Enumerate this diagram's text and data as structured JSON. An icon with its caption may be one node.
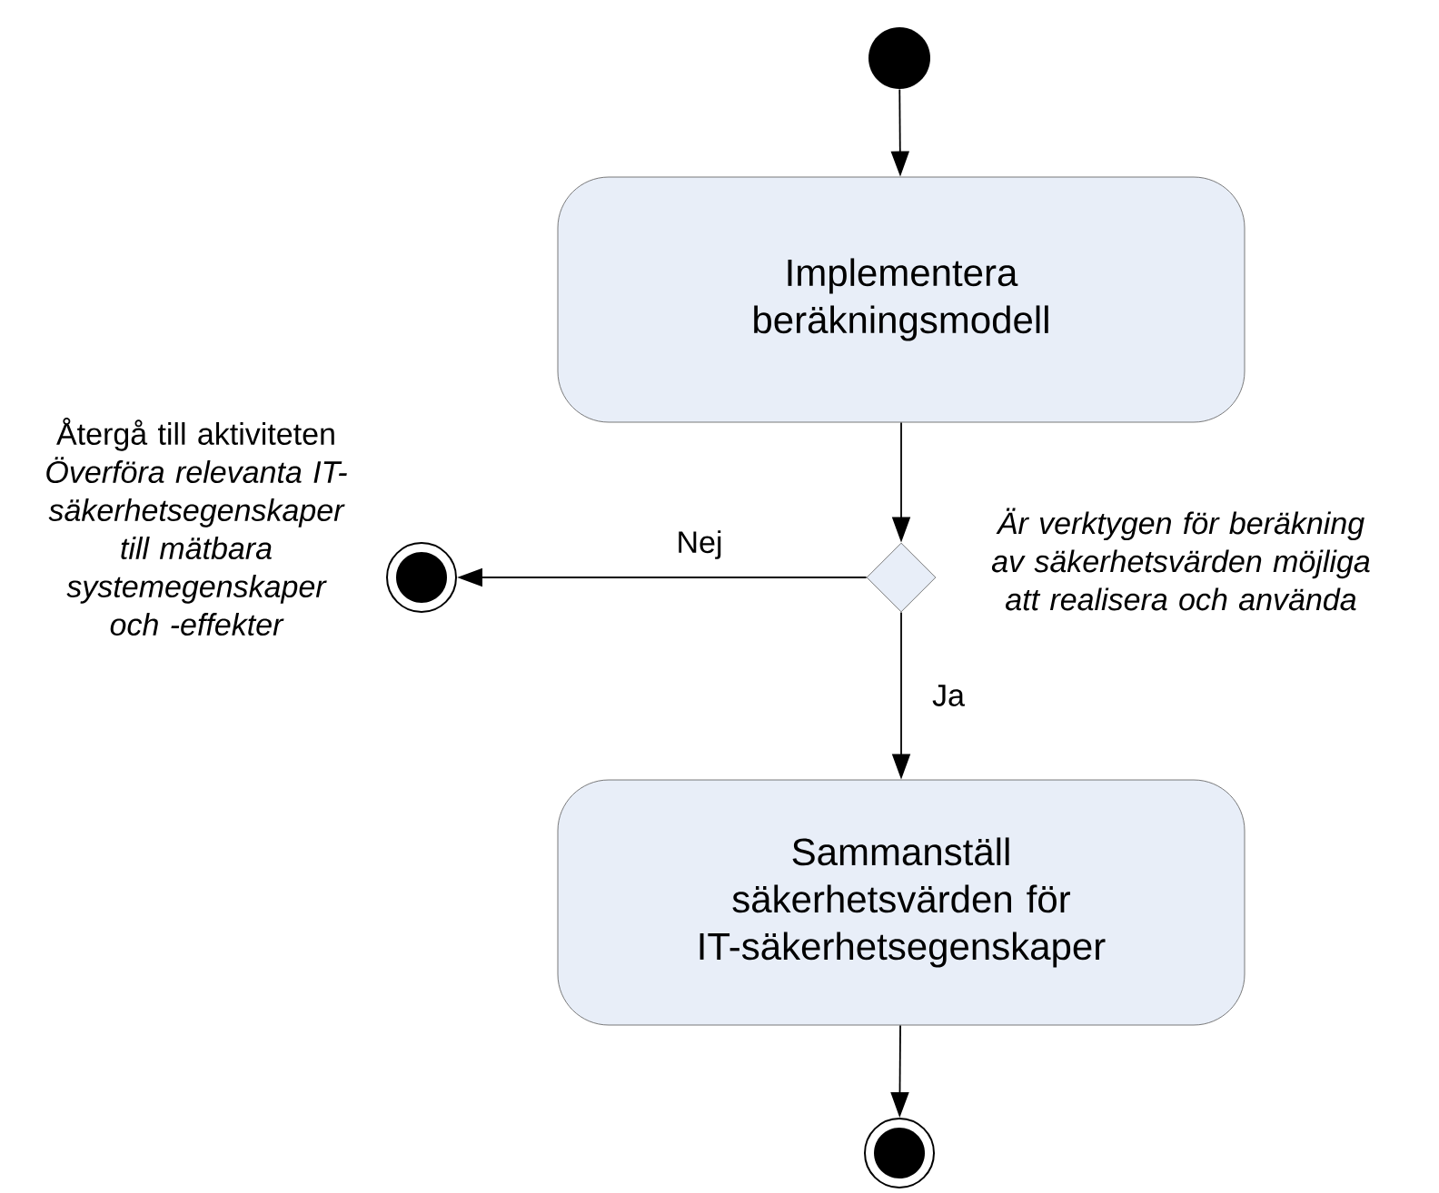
{
  "diagram": {
    "nodes": [
      {
        "text": [],
        "shape": "circle"
      },
      {
        "text": [
          "Implementera beräkningsmodell"
        ]
      },
      {
        "text": [],
        "shape": "diamond",
        "beside": [
          "Är verktygen för beräkning av säkerhetsvärden möjliga att realisera och använda"
        ]
      },
      {
        "text": [],
        "shape": "bullseye",
        "beside": [
          "Återgå till aktiviteten",
          "Överföra relevanta IT-säkerhetsegenskaper till mätbara systemegenskaper och -effekter"
        ]
      },
      {
        "text": [
          "Sammanställ säkerhetsvärden för IT-säkerhetsegenskaper"
        ]
      },
      {
        "text": [],
        "shape": "bullseye"
      }
    ],
    "edges": [
      {
        "from": 0,
        "to": 1,
        "arrow": "to"
      },
      {
        "from": 1,
        "to": 2,
        "arrow": "to"
      },
      {
        "from": 2,
        "to": 3,
        "arrow": "to",
        "label": "Nej"
      },
      {
        "from": 2,
        "to": 4,
        "arrow": "to",
        "label": "Ja"
      },
      {
        "from": 4,
        "to": 5,
        "arrow": "to"
      }
    ]
  }
}
